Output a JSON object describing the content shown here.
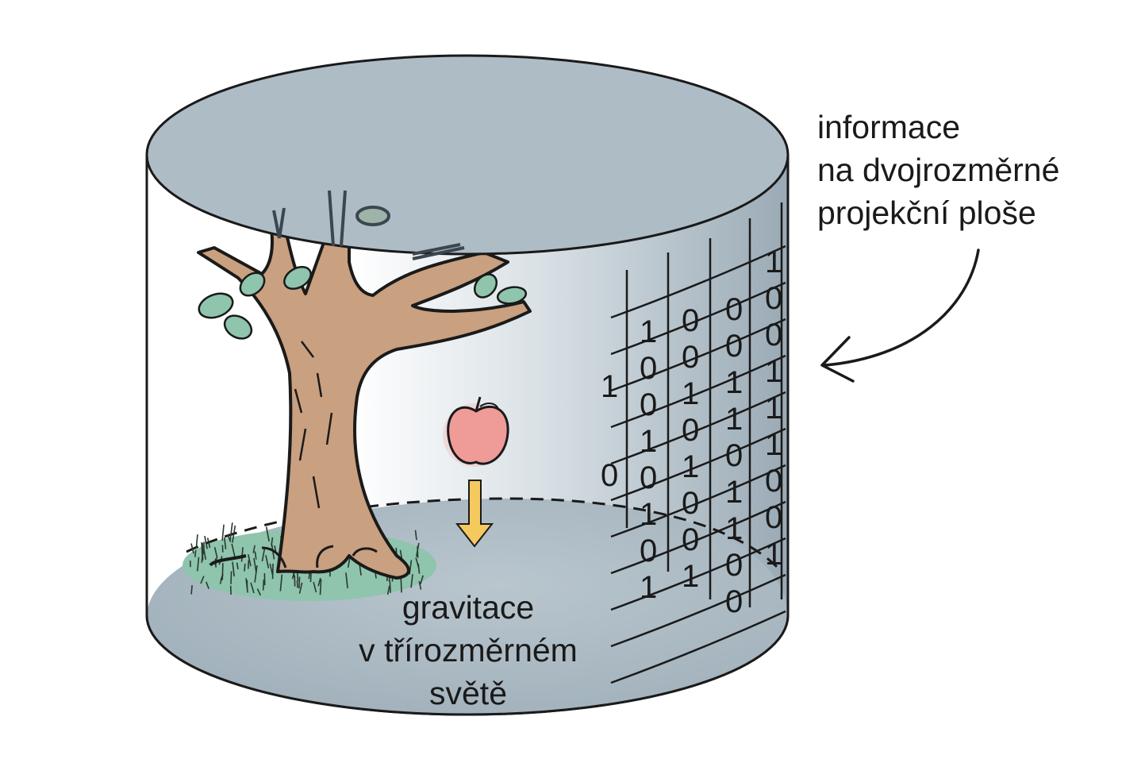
{
  "labels": {
    "projection": [
      "informace",
      "na dvojrozměrné",
      "projekční ploše"
    ],
    "gravity": [
      "gravitace",
      "v třírozměrném",
      "světě"
    ]
  },
  "binary_grid": {
    "rows": [
      [
        "",
        "",
        "",
        "1"
      ],
      [
        "1",
        "0",
        "0",
        "0"
      ],
      [
        "0",
        "0",
        "0",
        "0"
      ],
      [
        "0",
        "1",
        "1",
        "1"
      ],
      [
        "1",
        "0",
        "1",
        "1"
      ],
      [
        "0",
        "1",
        "0",
        "1"
      ],
      [
        "1",
        "0",
        "1",
        "0"
      ],
      [
        "0",
        "0",
        "1",
        "0"
      ],
      [
        "1",
        "1",
        "0",
        "1"
      ],
      [
        "",
        "",
        "0",
        ""
      ]
    ],
    "left_column": [
      "1",
      "0"
    ]
  },
  "colors": {
    "cylinder": "#a9b8c1",
    "cylinder_top": "#aebcc5",
    "outline": "#1a1a1a",
    "trunk": "#c9a080",
    "leaf": "#8fc4ad",
    "grass": "#8fc4ad",
    "apple": "#ef9b98",
    "arrow_down": "#f4c95d"
  }
}
